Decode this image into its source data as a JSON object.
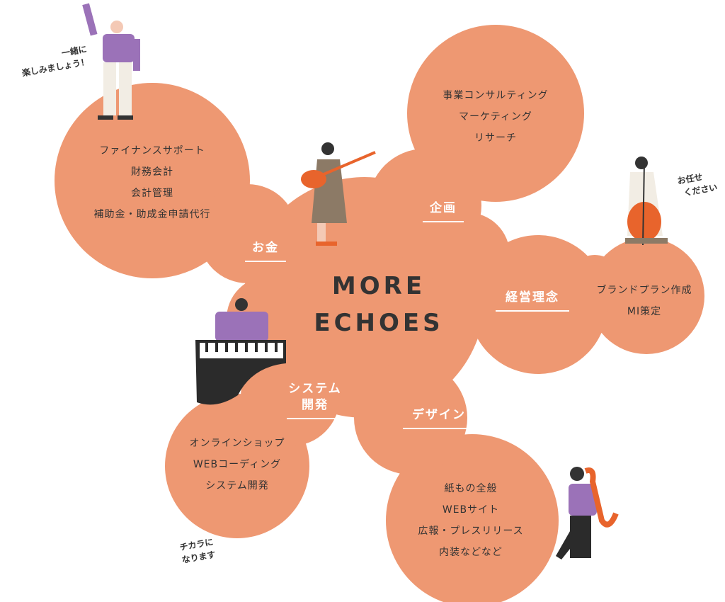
{
  "colors": {
    "blob": "#EE9872",
    "text": "#333333",
    "label": "#ffffff"
  },
  "title": [
    "MORE",
    "ECHOES"
  ],
  "categories": [
    {
      "label": "お金",
      "items": [
        "ファイナンスサポート",
        "財務会計",
        "会計管理",
        "補助金・助成金申請代行"
      ]
    },
    {
      "label": "企画",
      "items": [
        "事業コンサルティング",
        "マーケティング",
        "リサーチ"
      ]
    },
    {
      "label": "経営理念",
      "items": [
        "ブランドプラン作成",
        "MI策定"
      ]
    },
    {
      "label": "システム開発",
      "label_lines": [
        "システム",
        "開発"
      ],
      "items": [
        "オンラインショップ",
        "WEBコーディング",
        "システム開発"
      ]
    },
    {
      "label": "デザイン",
      "items": [
        "紙もの全般",
        "WEBサイト",
        "広報・プレスリリース",
        "内装などなど"
      ]
    }
  ],
  "notes": {
    "dancer": [
      "一緒に",
      "楽しみましょう！"
    ],
    "cellist": [
      "お任せ",
      "ください"
    ],
    "pianist": [
      "チカラに",
      "なります"
    ]
  }
}
